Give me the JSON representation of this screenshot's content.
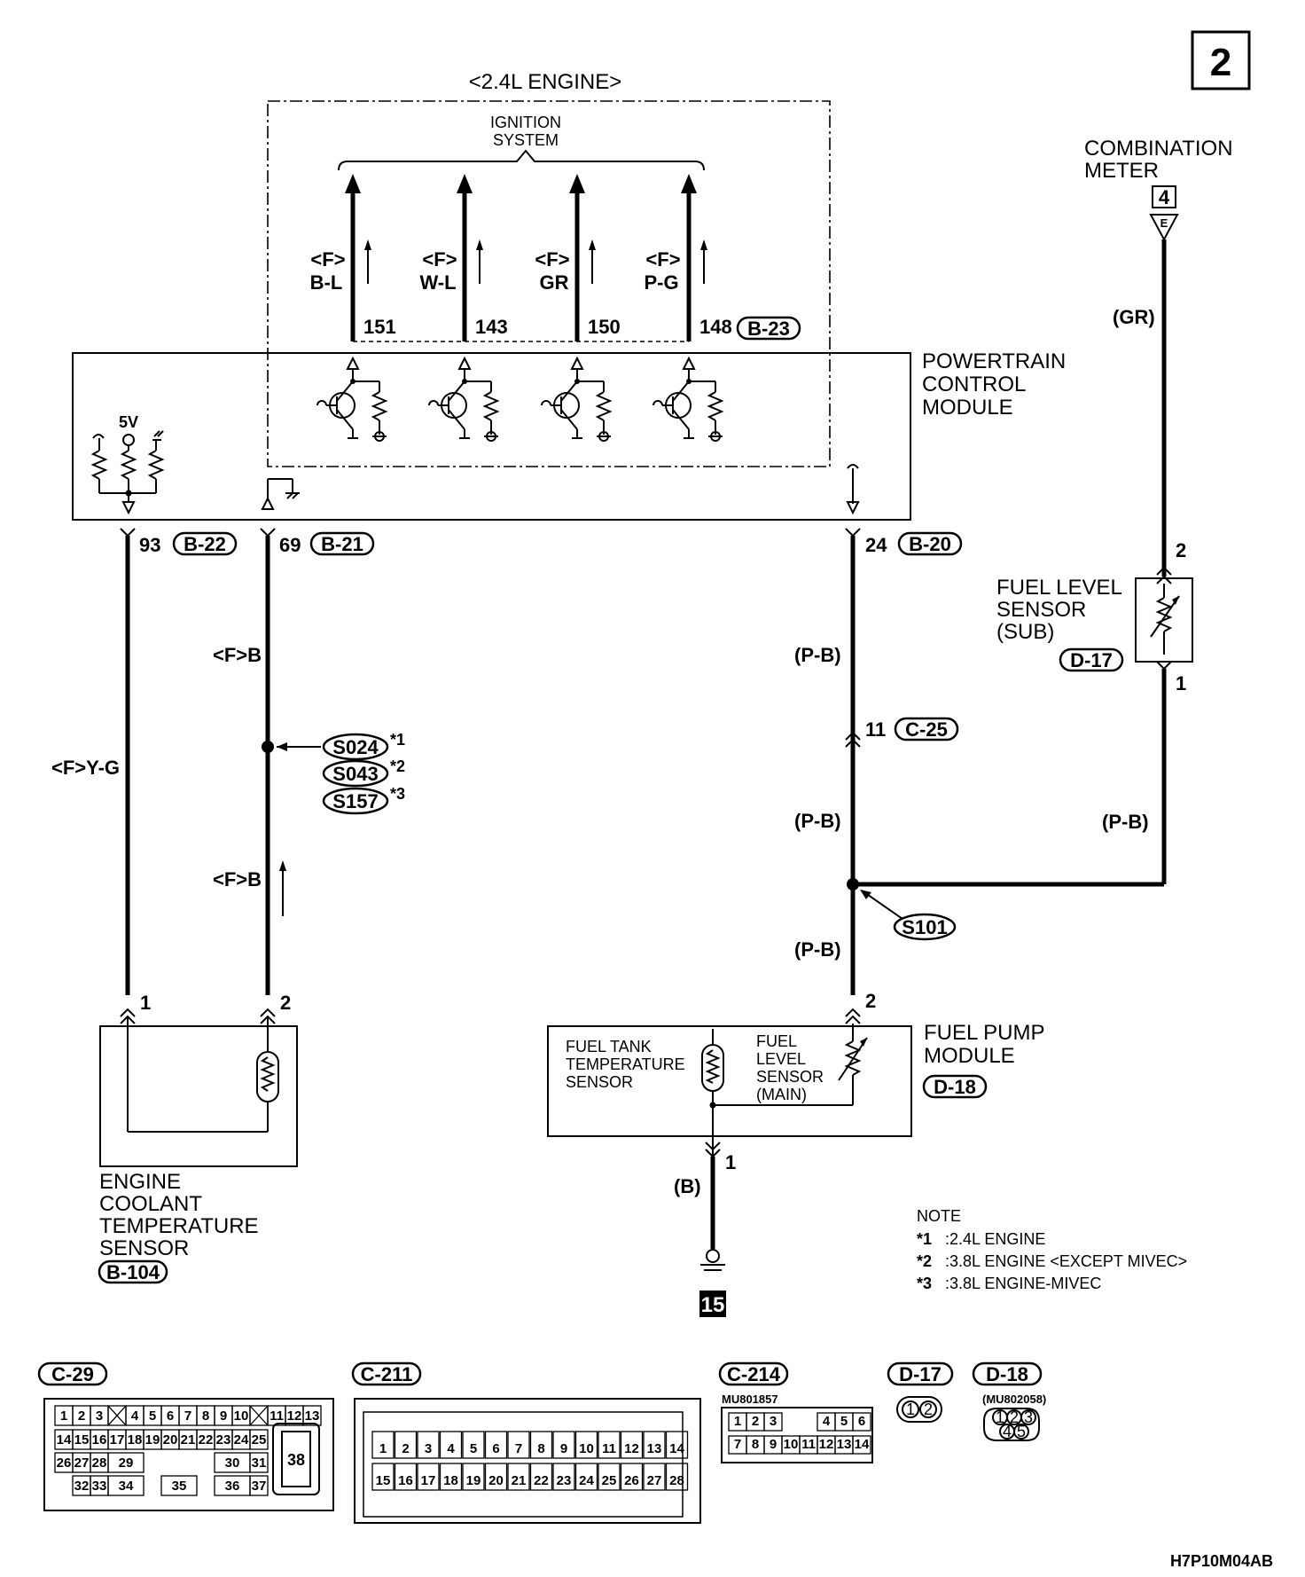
{
  "page_number": "2",
  "figure_code": "H7P10M04AB",
  "engine_group": {
    "title": "<2.4L ENGINE>",
    "ignition_label_line1": "IGNITION",
    "ignition_label_line2": "SYSTEM",
    "outputs": [
      {
        "tag": "<F>",
        "color": "B-L",
        "pin": "151"
      },
      {
        "tag": "<F>",
        "color": "W-L",
        "pin": "143"
      },
      {
        "tag": "<F>",
        "color": "GR",
        "pin": "150"
      },
      {
        "tag": "<F>",
        "color": "P-G",
        "pin": "148"
      }
    ],
    "connector": "B-23"
  },
  "pcm": {
    "line1": "POWERTRAIN",
    "line2": "CONTROL",
    "line3": "MODULE",
    "supply_label": "5V"
  },
  "pcm_pins": [
    {
      "pin": "93",
      "connector": "B-22"
    },
    {
      "pin": "69",
      "connector": "B-21"
    },
    {
      "pin": "24",
      "connector": "B-20"
    }
  ],
  "combination_meter": {
    "line1": "COMBINATION",
    "line2": "METER",
    "terminal": "4",
    "code": "E",
    "wire": "(GR)"
  },
  "fuel_level_sub": {
    "line1": "FUEL LEVEL",
    "line2": "SENSOR",
    "line3": "(SUB)",
    "connector": "D-17",
    "pin_top": "2",
    "pin_bottom": "1"
  },
  "wires": {
    "ect_signal": "<F>Y-G",
    "ect_ground_upper": "<F>B",
    "ect_ground_lower": "<F>B",
    "fuel_1": "(P-B)",
    "fuel_2": "(P-B)",
    "fuel_3": "(P-B)",
    "fuel_sub": "(P-B)",
    "pump_ground": "(B)"
  },
  "intermediate": {
    "pin": "11",
    "connector": "C-25"
  },
  "splices": {
    "s1": "S024",
    "s1_mark": "*1",
    "s2": "S043",
    "s2_mark": "*2",
    "s3": "S157",
    "s3_mark": "*3",
    "fuel": "S101"
  },
  "ect_sensor": {
    "line1": "ENGINE",
    "line2": "COOLANT",
    "line3": "TEMPERATURE",
    "line4": "SENSOR",
    "connector": "B-104",
    "pin1": "1",
    "pin2": "2"
  },
  "fuel_pump_module": {
    "line1": "FUEL PUMP",
    "line2": "MODULE",
    "connector": "D-18",
    "pin_top": "2",
    "pin_bottom": "1",
    "tank_temp_line1": "FUEL TANK",
    "tank_temp_line2": "TEMPERATURE",
    "tank_temp_line3": "SENSOR",
    "level_line1": "FUEL",
    "level_line2": "LEVEL",
    "level_line3": "SENSOR",
    "level_line4": "(MAIN)"
  },
  "ground_point": "15",
  "notes": {
    "title": "NOTE",
    "n1_mark": "*1",
    "n1": ":2.4L ENGINE",
    "n2_mark": "*2",
    "n2": ":3.8L ENGINE <EXCEPT MIVEC>",
    "n3_mark": "*3",
    "n3": ":3.8L ENGINE-MIVEC"
  },
  "connectors_legend": {
    "c29": "C-29",
    "c211": "C-211",
    "c214": "C-214",
    "d17": "D-17",
    "d18": "D-18",
    "c214_part": "MU801857",
    "d18_part": "(MU802058)"
  }
}
